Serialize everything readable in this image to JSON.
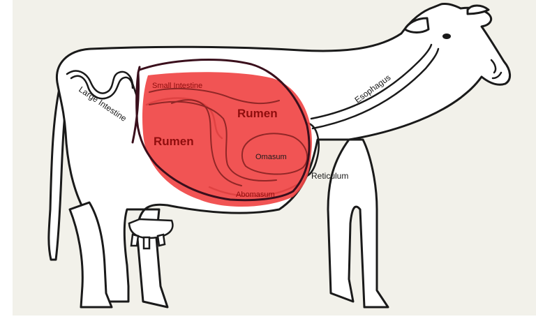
{
  "diagram": {
    "colors": {
      "background": "#ffffff",
      "panel": "#f2f1ea",
      "outline": "#1a1a1a",
      "highlight": "#f04545",
      "highlight_text": "#8f0d0d",
      "annotation": "#3a0f1c"
    },
    "labels": {
      "large_intestine": "Large Intestine",
      "small_intestine": "Small Intestine",
      "esophagus": "Esophagus",
      "rumen_upper": "Rumen",
      "rumen_lower": "Rumen",
      "omasum": "Omasum",
      "abomasum": "Abomasum",
      "reticulum": "Reticulum"
    }
  }
}
